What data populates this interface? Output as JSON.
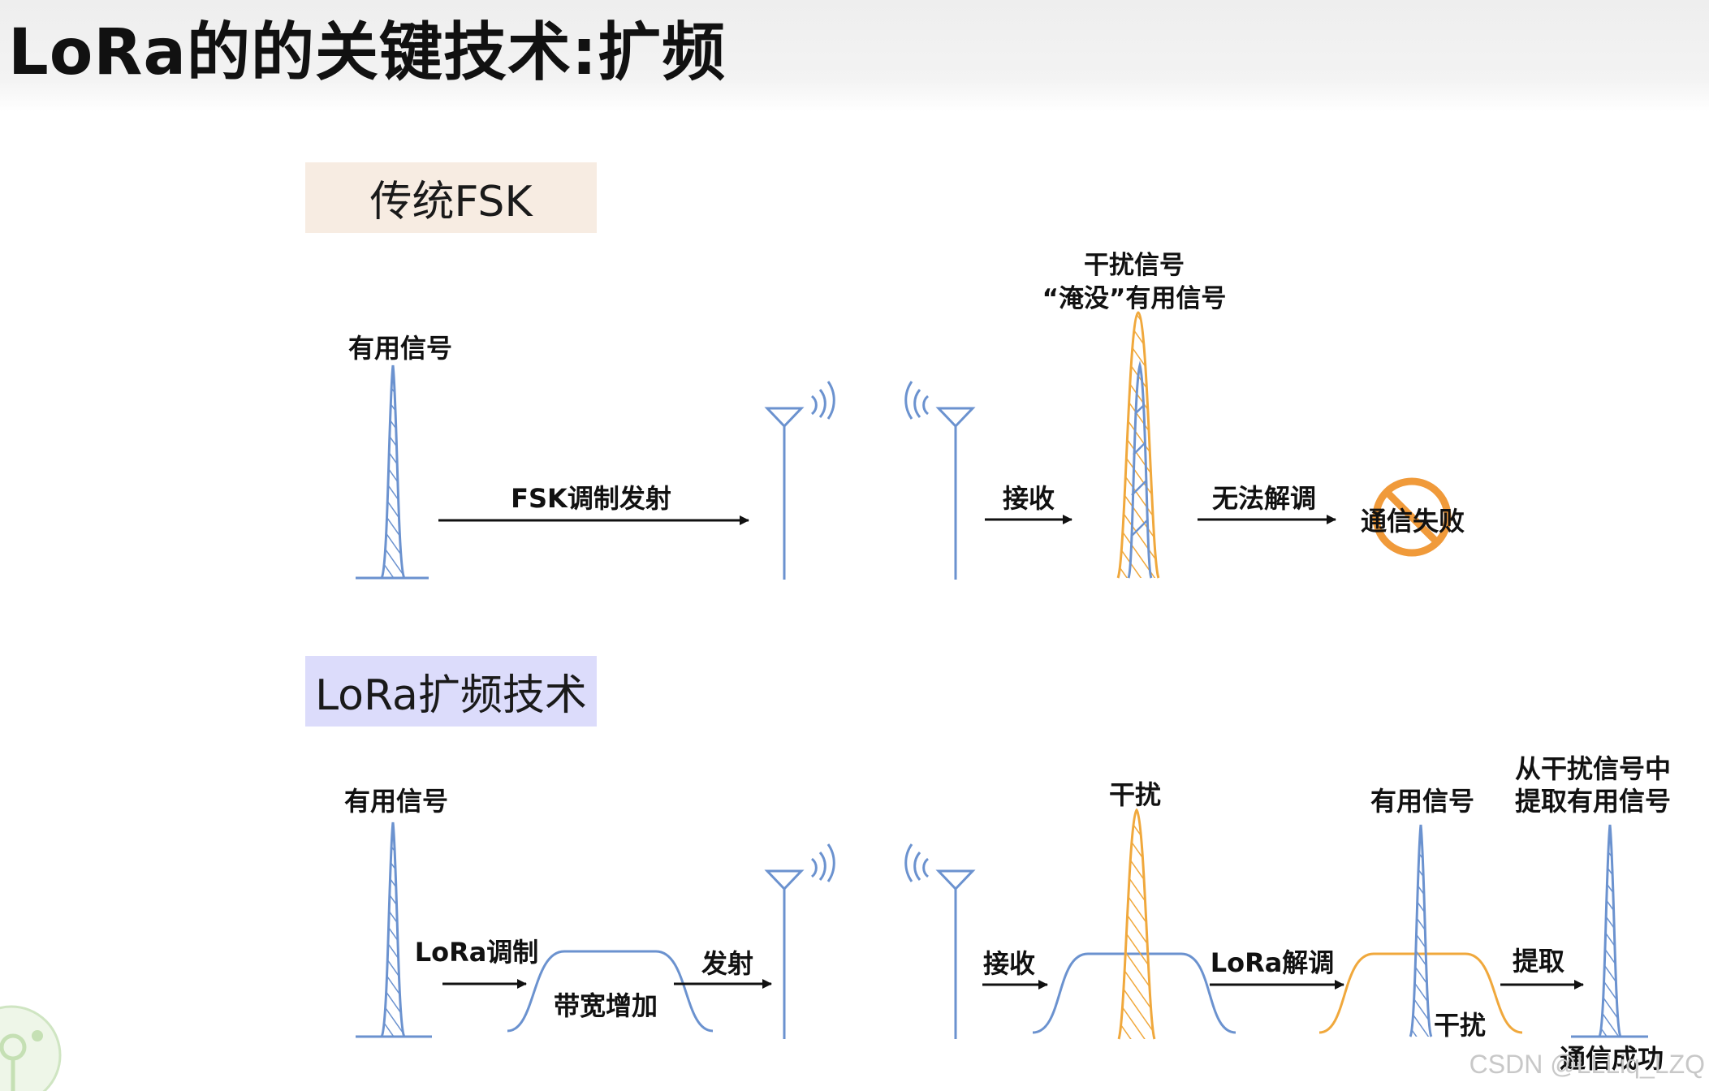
{
  "header": {
    "title": "LoRa的的关键技术:扩频"
  },
  "fsk": {
    "section_label": "传统FSK",
    "useful_signal": "有用信号",
    "modulate_label": "FSK调制发射",
    "receive_label": "接收",
    "interference_line1": "干扰信号",
    "interference_line2": "“淹没”有用信号",
    "demod_label": "无法解调",
    "fail_label": "通信失败"
  },
  "lora": {
    "section_label": "LoRa扩频技术",
    "useful_signal": "有用信号",
    "modulate_label": "LoRa调制",
    "bandwidth_label": "带宽增加",
    "transmit_label": "发射",
    "receive_label": "接收",
    "interference_label": "干扰",
    "demod_label": "LoRa解调",
    "useful_signal_2": "有用信号",
    "interference_label_2": "干扰",
    "extract_line1": "从干扰信号中",
    "extract_line2": "提取有用信号",
    "extract_label": "提取",
    "success_label": "通信成功"
  },
  "watermark": "CSDN @LLLiq_LZQ",
  "colors": {
    "signal_blue": "#6b92cf",
    "interference_orange": "#f0a83c",
    "arrow": "#111111",
    "fsk_box": "#f7ece2",
    "lora_box": "#dcdcfb",
    "forbidden": "#f09a3a"
  }
}
